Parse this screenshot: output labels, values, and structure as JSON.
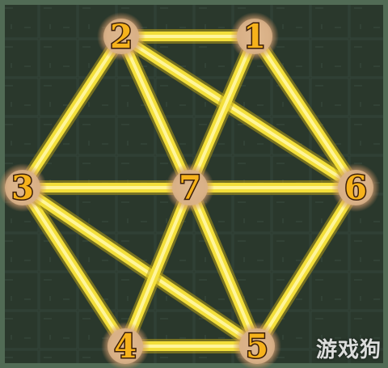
{
  "puzzle": {
    "nodes": [
      {
        "id": "2",
        "label": "2"
      },
      {
        "id": "1",
        "label": "1"
      },
      {
        "id": "3",
        "label": "3"
      },
      {
        "id": "7",
        "label": "7"
      },
      {
        "id": "6",
        "label": "6"
      },
      {
        "id": "4",
        "label": "4"
      },
      {
        "id": "5",
        "label": "5"
      }
    ],
    "edges": [
      [
        "2",
        "1"
      ],
      [
        "2",
        "3"
      ],
      [
        "2",
        "7"
      ],
      [
        "2",
        "6"
      ],
      [
        "1",
        "7"
      ],
      [
        "1",
        "6"
      ],
      [
        "3",
        "7"
      ],
      [
        "3",
        "4"
      ],
      [
        "3",
        "5"
      ],
      [
        "7",
        "6"
      ],
      [
        "7",
        "4"
      ],
      [
        "7",
        "5"
      ],
      [
        "6",
        "5"
      ],
      [
        "4",
        "5"
      ]
    ]
  },
  "watermark": "游戏狗",
  "colors": {
    "board": "#2b3a2e",
    "line": "#f3df3a",
    "line_glow": "#fff59a",
    "node_fill": "#d9b38a",
    "label_fill": "#f6b21b",
    "label_stroke": "#3a1d08"
  }
}
